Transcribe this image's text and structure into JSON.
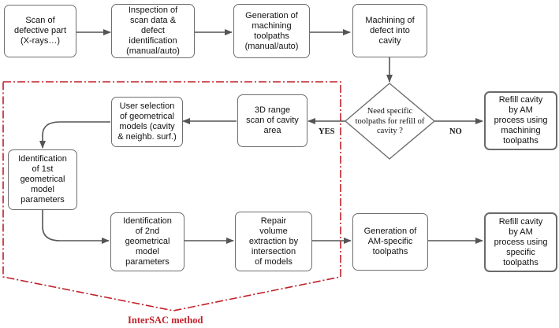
{
  "colors": {
    "box_border": "#6e6e6e",
    "arrow": "#555555",
    "method_region": "#c0202a"
  },
  "nodes": {
    "scan": "Scan of\ndefective part\n(X-rays…)",
    "inspection": "Inspection of\nscan data &\ndefect\nidentification\n(manual/auto)",
    "generation_machining": "Generation of\nmachining\ntoolpaths\n(manual/auto)",
    "machining_defect": "Machining of\ndefect into\ncavity",
    "decision": "Need specific\ntoolpaths for refill of\ncavity ?",
    "refill_machining": "Refill cavity\nby AM\nprocess using\nmachining\ntoolpaths",
    "range_scan": "3D range\nscan of cavity\narea",
    "user_selection": "User selection\nof geometrical\nmodels (cavity\n& neighb. surf.)",
    "identification_1st": "Identification\nof 1st\ngeometrical\nmodel\nparameters",
    "identification_2nd": "Identification\nof 2nd\ngeometrical\nmodel\nparameters",
    "repair_volume": "Repair\nvolume\nextraction by\nintersection\nof models",
    "generation_am": "Generation of\nAM-specific\ntoolpaths",
    "refill_specific": "Refill cavity\nby AM\nprocess using\nspecific\ntoolpaths"
  },
  "labels": {
    "yes": "YES",
    "no": "NO",
    "method": "InterSAC method"
  }
}
